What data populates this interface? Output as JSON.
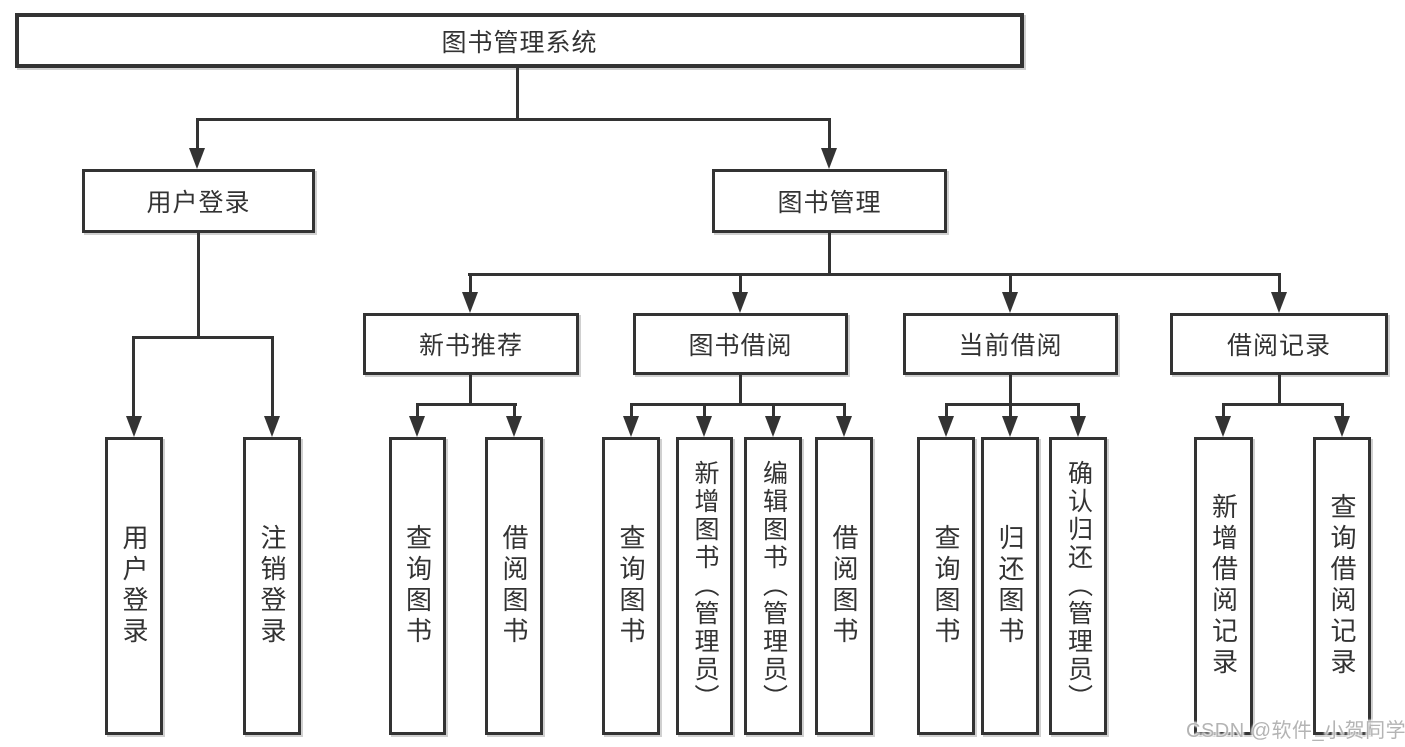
{
  "diagram": {
    "root": {
      "label": "图书管理系统"
    },
    "level2": [
      {
        "label": "用户登录",
        "parent": "图书管理系统"
      },
      {
        "label": "图书管理",
        "parent": "图书管理系统"
      }
    ],
    "level3": [
      {
        "label": "新书推荐",
        "parent": "图书管理"
      },
      {
        "label": "图书借阅",
        "parent": "图书管理"
      },
      {
        "label": "当前借阅",
        "parent": "图书管理"
      },
      {
        "label": "借阅记录",
        "parent": "图书管理"
      }
    ],
    "leaves": [
      {
        "label": "用户登录",
        "parent": "用户登录"
      },
      {
        "label": "注销登录",
        "parent": "用户登录"
      },
      {
        "label": "查询图书",
        "parent": "新书推荐"
      },
      {
        "label": "借阅图书",
        "parent": "新书推荐"
      },
      {
        "label": "查询图书",
        "parent": "图书借阅"
      },
      {
        "label": "新增图书（管理员）",
        "parent": "图书借阅"
      },
      {
        "label": "编辑图书（管理员）",
        "parent": "图书借阅"
      },
      {
        "label": "借阅图书",
        "parent": "图书借阅"
      },
      {
        "label": "查询图书",
        "parent": "当前借阅"
      },
      {
        "label": "归还图书",
        "parent": "当前借阅"
      },
      {
        "label": "确认归还（管理员）",
        "parent": "当前借阅"
      },
      {
        "label": "新增借阅记录",
        "parent": "借阅记录"
      },
      {
        "label": "查询借阅记录",
        "parent": "借阅记录"
      }
    ],
    "colors": {
      "line": "#333333",
      "text": "#333333",
      "background": "#ffffff",
      "watermark": "#b4b4b4"
    }
  },
  "watermark": {
    "text": "CSDN @软件_小贺同学"
  }
}
